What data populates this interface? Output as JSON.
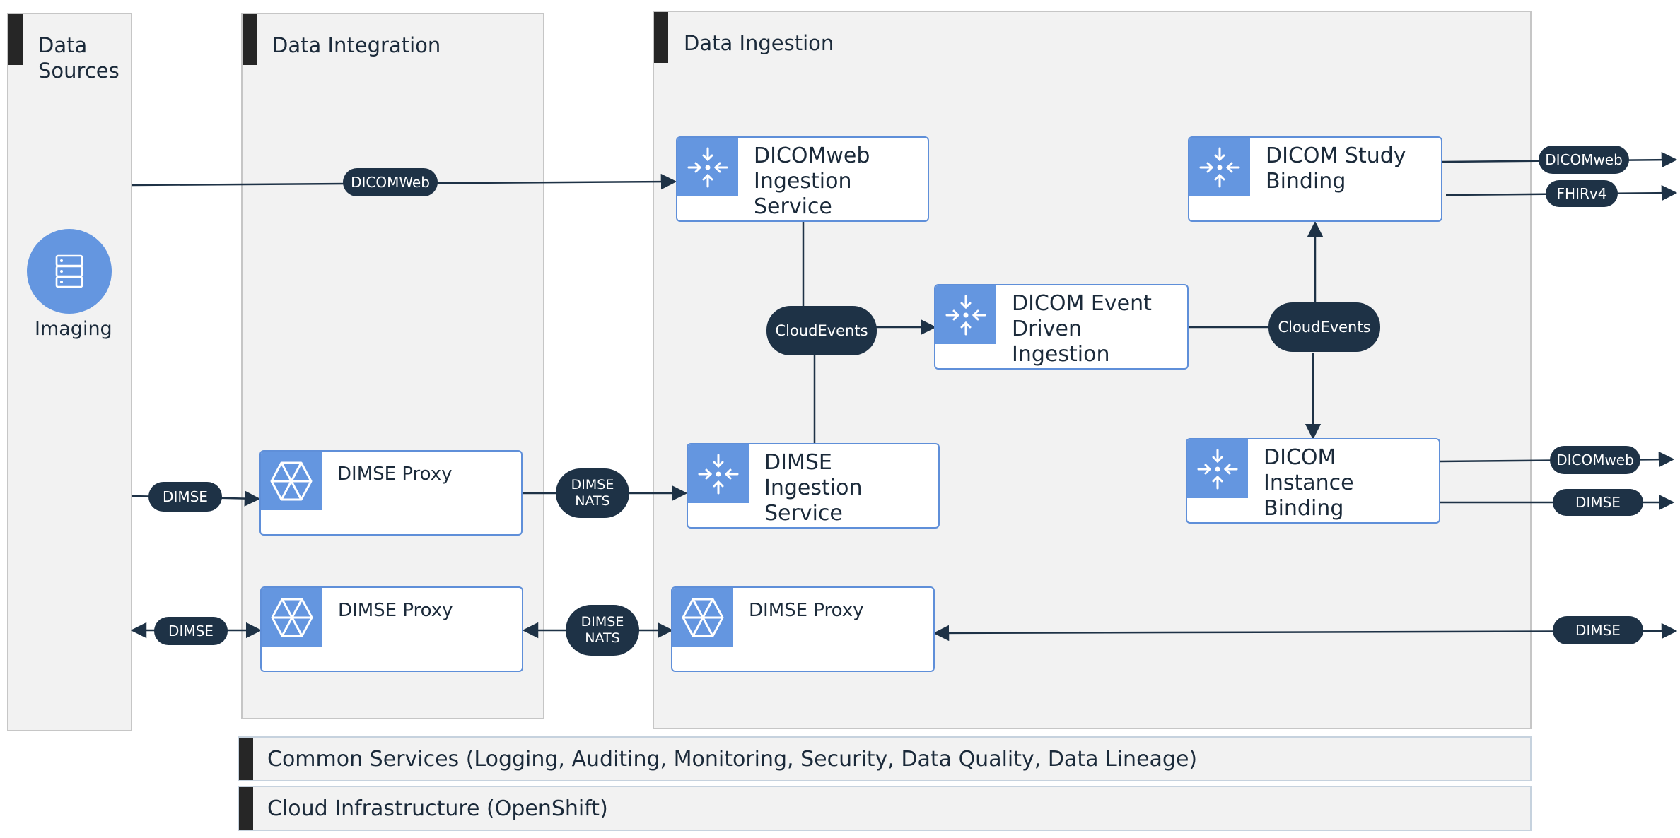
{
  "panels": {
    "data_sources": "Data\nSources",
    "data_integration": "Data Integration",
    "data_ingestion": "Data Ingestion"
  },
  "bottom_bars": {
    "common_services": "Common Services (Logging, Auditing, Monitoring, Security, Data Quality, Data Lineage)",
    "cloud_infrastructure": "Cloud Infrastructure (OpenShift)"
  },
  "source": {
    "label": "Imaging",
    "icon": "server-icon"
  },
  "nodes": {
    "dicomweb_ingestion": {
      "label": "DICOMweb\nIngestion\nService",
      "icon": "network-hub-icon"
    },
    "dimse_ingestion": {
      "label": "DIMSE\nIngestion\nService",
      "icon": "network-hub-icon"
    },
    "event_driven": {
      "label": "DICOM Event\nDriven\nIngestion",
      "icon": "network-hub-icon"
    },
    "study_binding": {
      "label": "DICOM Study\nBinding",
      "icon": "network-hub-icon"
    },
    "instance_binding": {
      "label": "DICOM\nInstance\nBinding",
      "icon": "network-hub-icon"
    },
    "dimse_proxy_1": {
      "label": "DIMSE Proxy",
      "icon": "hexagon-icon"
    },
    "dimse_proxy_2": {
      "label": "DIMSE Proxy",
      "icon": "hexagon-icon"
    },
    "dimse_proxy_3": {
      "label": "DIMSE Proxy",
      "icon": "hexagon-icon"
    }
  },
  "connectors": {
    "dicomweb_in": "DICOMWeb",
    "cloudevents_left": "CloudEvents",
    "cloudevents_right": "CloudEvents",
    "dimse_in": "DIMSE",
    "dimse_nats_1": "DIMSE\nNATS",
    "dimse_bidir": "DIMSE",
    "dimse_nats_2": "DIMSE\nNATS",
    "out_study_dicomweb": "DICOMweb",
    "out_study_fhir": "FHIRv4",
    "out_instance_dicomweb": "DICOMweb",
    "out_instance_dimse": "DIMSE",
    "out_proxy_dimse": "DIMSE"
  },
  "colors": {
    "panel_bg": "#f2f2f2",
    "node_border": "#5f8fd9",
    "icon_bg": "#6496e0",
    "pill_bg": "#1e3246",
    "line": "#1e3246"
  }
}
